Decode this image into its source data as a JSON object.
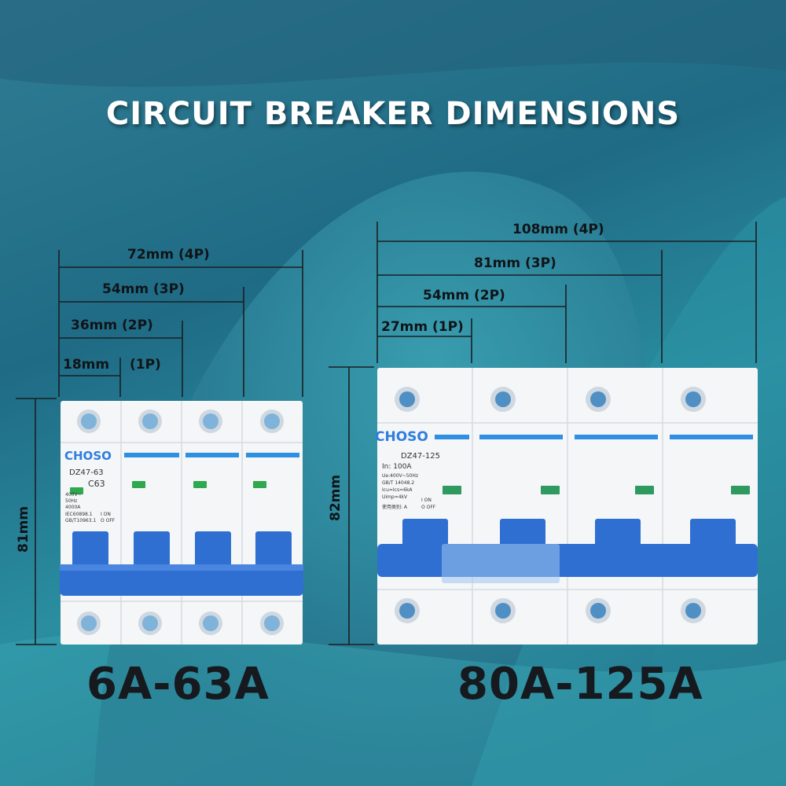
{
  "title": "CIRCUIT BREAKER DIMENSIONS",
  "left_product": {
    "rating": "6A-63A",
    "height_label": "81mm",
    "width_labels": [
      "72mm (4P)",
      "54mm (3P)",
      "36mm  (2P)",
      "18mm",
      "(1P)"
    ],
    "brand": "CHOSO",
    "model": "DZ47-63",
    "current": "C63",
    "spec_lines": [
      "400V~",
      "50Hz",
      "4000A",
      "IEC60898.1",
      "GB/T10963.1"
    ],
    "on_label": "I ON",
    "off_label": "O OFF"
  },
  "right_product": {
    "rating": "80A-125A",
    "height_label": "82mm",
    "width_labels": [
      "108mm (4P)",
      "81mm (3P)",
      "54mm (2P)",
      "27mm (1P)"
    ],
    "brand": "CHOSO",
    "model": "DZ47-125",
    "current": "In: 100A",
    "spec_lines": [
      "Ue:400V~50Hz",
      "GB/T 14048.2",
      "Icu=Ics=6kA",
      "Uimp=4kV",
      "使用类别: A"
    ],
    "on_label": "I ON",
    "off_label": "O OFF"
  },
  "colors": {
    "breaker_blue": "#2f6fd1",
    "body_white": "#f4f6f8",
    "indicator_green": "#2fa84f",
    "text_dark": "#161a1f"
  }
}
